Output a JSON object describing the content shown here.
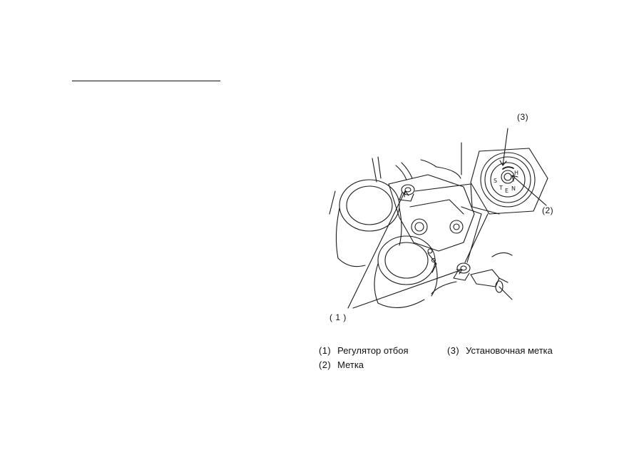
{
  "figure": {
    "callouts": {
      "c1": "( 1 )",
      "c2": "(2)",
      "c3": "(3)"
    },
    "dial_letters": [
      "S",
      "T",
      "E",
      "N",
      "H"
    ]
  },
  "legend": [
    {
      "num": "(1)",
      "text": "Регулятор отбоя"
    },
    {
      "num": "(2)",
      "text": "Метка"
    },
    {
      "num": "(3)",
      "text": "Установочная метка"
    }
  ]
}
